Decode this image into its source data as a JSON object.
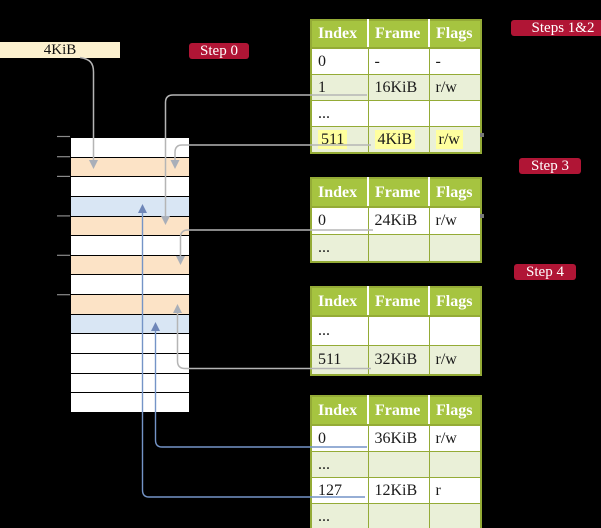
{
  "colors": {
    "background": "#000000",
    "table_header_bg": "#a6c440",
    "table_border": "#94ab36",
    "table_row_bg": "#ffffff",
    "table_row_alt_bg": "#eaf0d8",
    "highlight_bg": "#ffff9e",
    "badge_bg": "#b01535",
    "badge_text": "#ffffff",
    "legend_bg": "#fcf1cf",
    "frame_table_bg": "#fce3c6",
    "frame_mapped_bg": "#d9e6f4",
    "frame_free_bg": "#ffffff",
    "arrow_gray": "#b5b5b5",
    "arrow_blue": "#7494c7"
  },
  "legend": {
    "label": "4KiB"
  },
  "badges": {
    "step0": "Step 0",
    "steps12": "Steps 1&2",
    "step3": "Step 3",
    "step4": "Step 4"
  },
  "page_tables": [
    {
      "headers": [
        "Index",
        "Frame",
        "Flags"
      ],
      "rows": [
        [
          "0",
          "-",
          "-"
        ],
        [
          "1",
          "16KiB",
          "r/w"
        ],
        [
          "...",
          "",
          ""
        ],
        [
          "511",
          "4KiB",
          "r/w"
        ]
      ],
      "highlighted_row": 3
    },
    {
      "headers": [
        "Index",
        "Frame",
        "Flags"
      ],
      "rows": [
        [
          "0",
          "24KiB",
          "r/w"
        ],
        [
          "...",
          "",
          ""
        ]
      ]
    },
    {
      "headers": [
        "Index",
        "Frame",
        "Flags"
      ],
      "rows": [
        [
          "...",
          "",
          ""
        ],
        [
          "511",
          "32KiB",
          "r/w"
        ]
      ]
    },
    {
      "headers": [
        "Index",
        "Frame",
        "Flags"
      ],
      "rows": [
        [
          "0",
          "36KiB",
          "r/w"
        ],
        [
          "...",
          "",
          ""
        ],
        [
          "127",
          "12KiB",
          "r"
        ],
        [
          "...",
          "",
          ""
        ]
      ]
    }
  ],
  "memory_column": {
    "rows": [
      {
        "type": "free"
      },
      {
        "type": "table"
      },
      {
        "type": "free"
      },
      {
        "type": "mapped"
      },
      {
        "type": "table"
      },
      {
        "type": "free"
      },
      {
        "type": "table"
      },
      {
        "type": "free"
      },
      {
        "type": "table"
      },
      {
        "type": "mapped"
      },
      {
        "type": "free"
      },
      {
        "type": "free"
      },
      {
        "type": "free"
      },
      {
        "type": "free"
      }
    ]
  }
}
